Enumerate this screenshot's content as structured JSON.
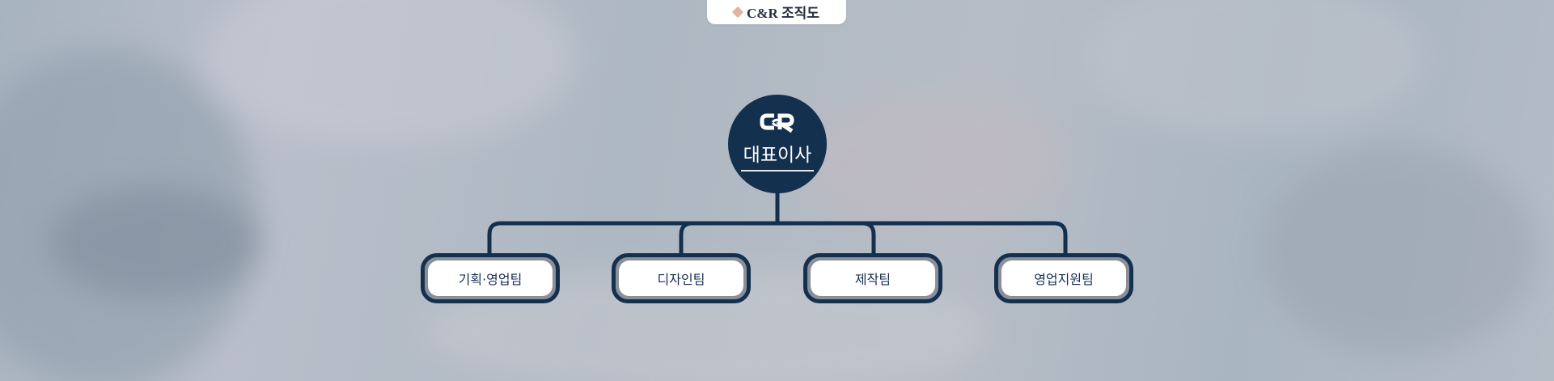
{
  "header": {
    "title": "C&R 조직도"
  },
  "ceo": {
    "label": "대표이사",
    "logo": "C&R-logo-icon"
  },
  "departments": [
    {
      "label": "기획·영업팀"
    },
    {
      "label": "디자인팀"
    },
    {
      "label": "제작팀"
    },
    {
      "label": "영업지원팀"
    }
  ],
  "colors": {
    "navy": "#14304f",
    "accent": "#dfb4a2",
    "box_fill": "#ffffff",
    "box_ring": "#8a8f99"
  }
}
